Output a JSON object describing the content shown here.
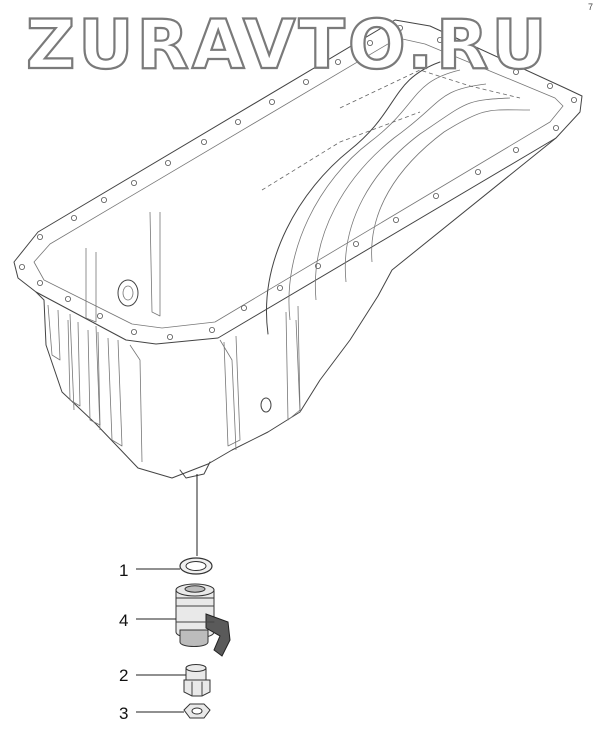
{
  "watermark": {
    "text": "ZURAVTO.RU"
  },
  "corner_mark": {
    "text": "7"
  },
  "callouts": [
    {
      "id": "1",
      "label": "1",
      "part": "sealing-ring"
    },
    {
      "id": "4",
      "label": "4",
      "part": "drain-valve"
    },
    {
      "id": "2",
      "label": "2",
      "part": "drain-plug"
    },
    {
      "id": "3",
      "label": "3",
      "part": "nut"
    }
  ]
}
